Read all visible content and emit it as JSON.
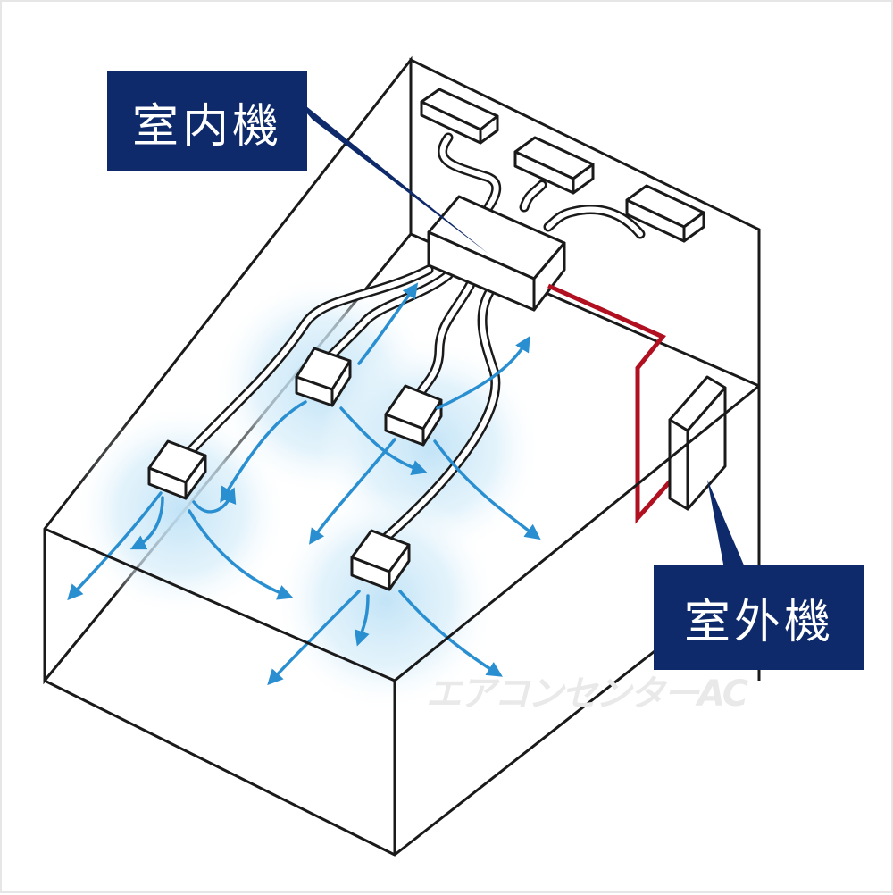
{
  "labels": {
    "indoor_unit": "室内機",
    "outdoor_unit": "室外機"
  },
  "watermark": "エアコンセンターAC",
  "colors": {
    "label_background": "#0f2a6b",
    "label_text": "#ffffff",
    "refrigerant_pipe": "#b01020",
    "airflow": "#2a8fd0",
    "outline": "#1a1a1a"
  }
}
